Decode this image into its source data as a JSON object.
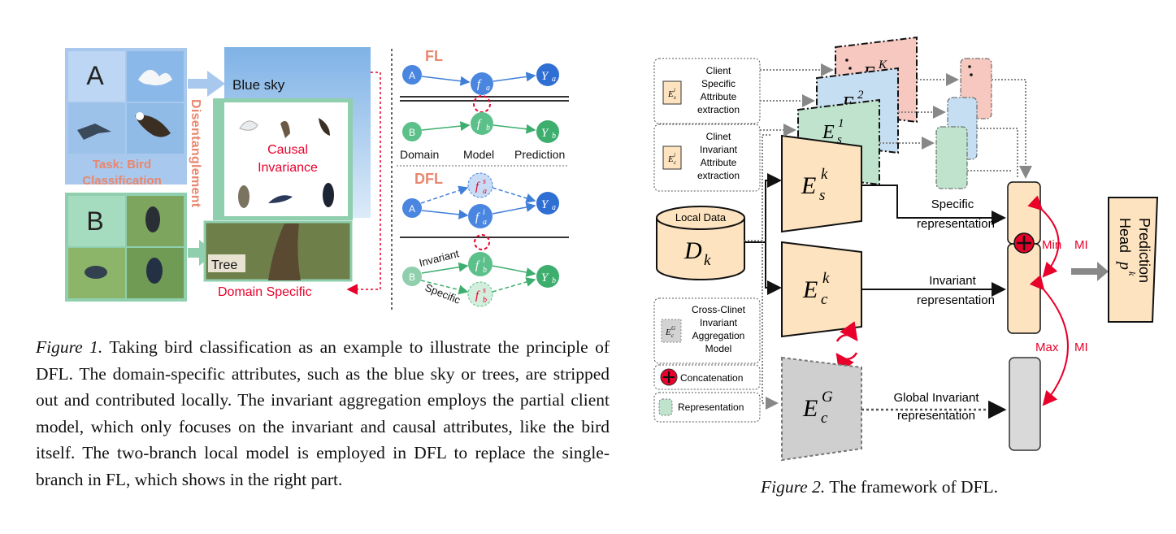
{
  "fig1": {
    "label_a": "A",
    "label_b": "B",
    "task": [
      "Task: Bird",
      "Classification"
    ],
    "blue_sky": "Blue sky",
    "disentanglement": "Disentanglement",
    "causal": [
      "Causal",
      "Invariance"
    ],
    "tree": "Tree",
    "domain_specific": "Domain Specific",
    "fl_title": "FL",
    "dfl_title": "DFL",
    "node_a": "A",
    "node_b": "B",
    "domain_label": "Domain",
    "model_label": "Model",
    "prediction_label": "Prediction",
    "invariant_label": "Invariant",
    "specific_label": "Specific",
    "f_sym": "f",
    "y_sym": "Y",
    "sub_a": "a",
    "sub_b": "b",
    "sup_s": "s",
    "sup_i": "i"
  },
  "fig2": {
    "legend": {
      "client_specific": [
        "Client",
        "Specific",
        "Attribute",
        "extraction"
      ],
      "client_invariant": [
        "Clinet",
        "Invariant",
        "Attribute",
        "extraction"
      ],
      "cross_client": [
        "Cross-Clinet",
        "Invariant",
        "Aggregation",
        "Model"
      ],
      "concatenation": "Concatenation",
      "representation": "Representation"
    },
    "local_data": "Local Data",
    "dk": "D",
    "dk_sub": "k",
    "e_sym": "E",
    "sub_s": "s",
    "sub_c": "c",
    "sup_k": "k",
    "sup_1": "1",
    "sup_2": "2",
    "sup_K": "K",
    "sup_G": "G",
    "sup_i": "i",
    "specific_rep": [
      "Specific",
      "representation"
    ],
    "invariant_rep": [
      "Invariant",
      "representation"
    ],
    "global_rep": [
      "Global Invariant",
      "representation"
    ],
    "min_mi": [
      "Min",
      "MI"
    ],
    "max_mi": [
      "Max",
      "MI"
    ],
    "pred_head": [
      "Prediction",
      "Head"
    ],
    "p_sym": "p",
    "p_sup": "k"
  },
  "captions": {
    "fig1_label": "Figure 1.",
    "fig1_text": " Taking bird classification as an example to illustrate the principle of DFL. The domain-specific attributes, such as the blue sky or trees, are stripped out and contributed locally. The invariant aggregation employs the partial client model, which only focuses on the invariant and causal attributes, like the bird itself.  The two-branch local model is employed in DFL to replace the single-branch in FL, which shows in the right part.",
    "fig2_label": "Figure 2.",
    "fig2_text": " The framework of DFL."
  },
  "colors": {
    "blue_panel": "#a9c8ee",
    "green_panel": "#8fcfae",
    "salmon": "#e8876e",
    "red": "#e8002a",
    "node_blue": "#4a86e0",
    "node_green": "#5cc08a",
    "enc_fill": "#fde3bf",
    "pink_fill": "#f6c8c0",
    "lightblue_fill": "#c6def2",
    "lightgreen_fill": "#bfe3cc"
  }
}
